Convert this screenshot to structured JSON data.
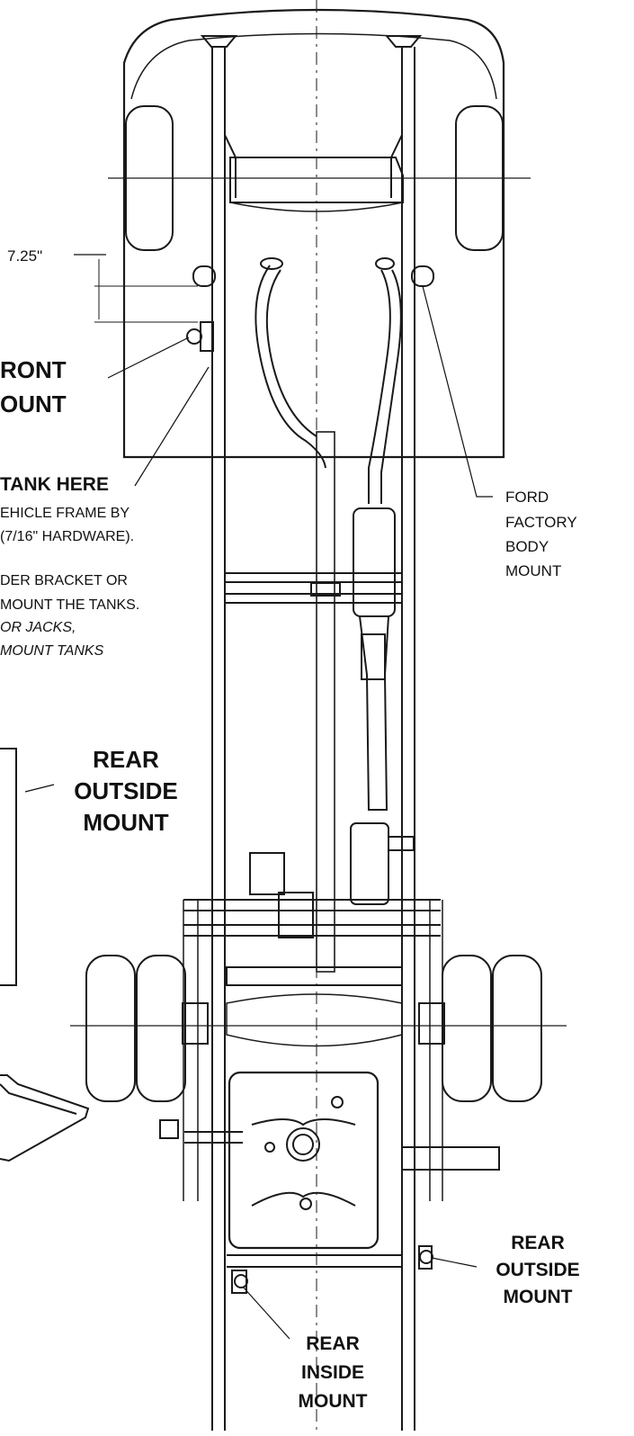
{
  "labels": {
    "dimension": "7.25\"",
    "front_mount": [
      "RONT",
      "OUNT"
    ],
    "tank_here": "TANK HERE",
    "note_lines": [
      "EHICLE FRAME BY",
      "(7/16\" HARDWARE)."
    ],
    "bracket_lines": [
      "DER BRACKET OR",
      "MOUNT THE TANKS."
    ],
    "italic_lines": [
      "OR JACKS,",
      "MOUNT TANKS"
    ],
    "ford_body_mount": [
      "FORD",
      "FACTORY",
      "BODY",
      "MOUNT"
    ],
    "rear_outside_mount_left": [
      "REAR",
      "OUTSIDE",
      "MOUNT"
    ],
    "rear_outside_mount_right": [
      "REAR",
      "OUTSIDE",
      "MOUNT"
    ],
    "rear_inside_mount": [
      "REAR",
      "INSIDE",
      "MOUNT"
    ]
  }
}
